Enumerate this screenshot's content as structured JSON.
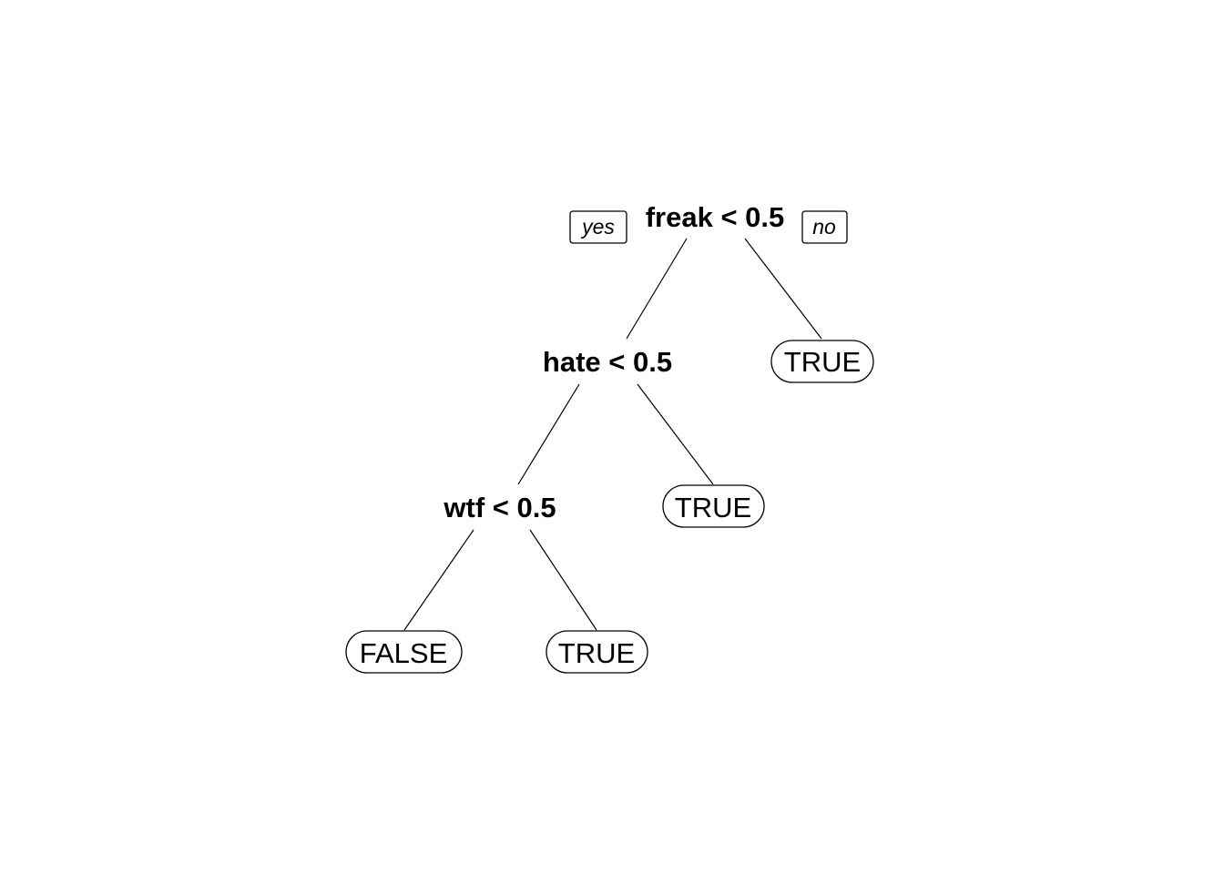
{
  "tree": {
    "root": {
      "split": "freak < 0.5",
      "yes_label": "yes",
      "no_label": "no"
    },
    "node_hate": {
      "split": "hate < 0.5"
    },
    "node_wtf": {
      "split": "wtf < 0.5"
    },
    "leaf_root_no": {
      "label": "TRUE"
    },
    "leaf_hate_no": {
      "label": "TRUE"
    },
    "leaf_wtf_yes": {
      "label": "FALSE"
    },
    "leaf_wtf_no": {
      "label": "TRUE"
    }
  }
}
